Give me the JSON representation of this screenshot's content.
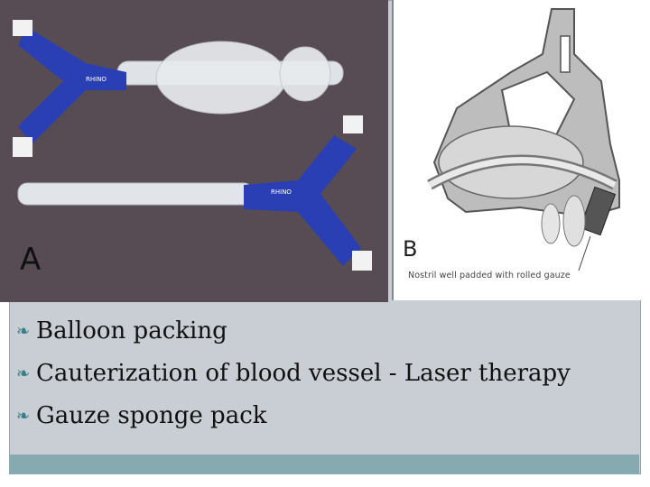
{
  "images": {
    "photo_a": {
      "label": "A",
      "device_brand": "RHINO",
      "colors": {
        "background": "#5a4f55",
        "device_blue": "#2b3fb5",
        "tube": "#d9dde2"
      }
    },
    "diagram_b": {
      "label": "B",
      "caption": "Nostril well padded with rolled gauze"
    }
  },
  "bullets": [
    {
      "text": "Balloon packing"
    },
    {
      "text": "Cauterization of blood vessel - Laser therapy"
    },
    {
      "text": "Gauze sponge pack"
    }
  ],
  "colors": {
    "bullet_accent": "#3b7e87",
    "footer_bar": "#86aaaf",
    "slide_bg": "#c8ced3"
  }
}
